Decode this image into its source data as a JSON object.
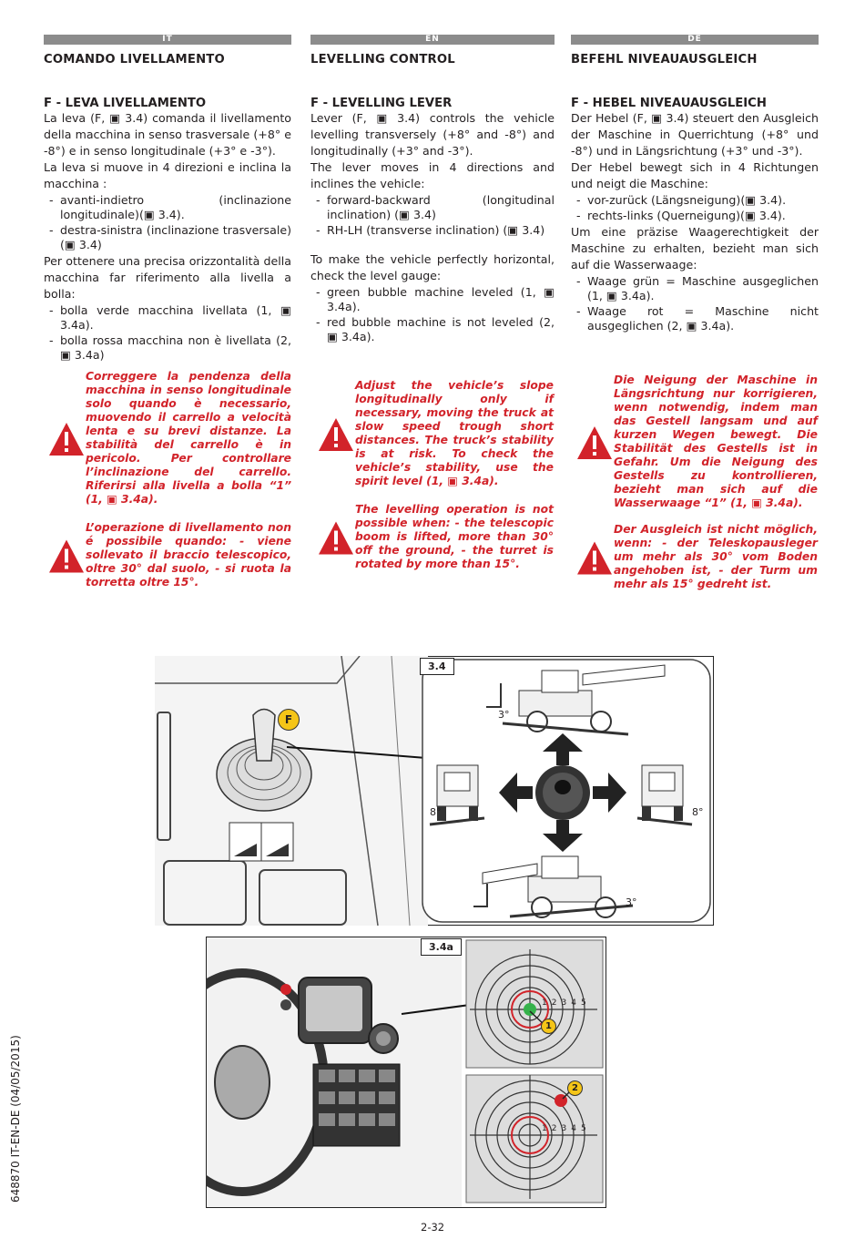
{
  "footer": {
    "code": "648870 IT-EN-DE (04/05/2015)",
    "page": "2-32"
  },
  "columns": {
    "it": {
      "lang": "IT",
      "title": "COMANDO LIVELLAMENTO",
      "subtitle": "F - LEVA LIVELLAMENTO",
      "p1": "La leva (F, ▣ 3.4) comanda il livellamento della macchina in senso trasversale (+8° e -8°) e in senso longitudinale (+3° e -3°).",
      "p2": "La leva si muove in 4 direzioni e inclina la macchina :",
      "list1": [
        "avanti-indietro (inclinazione longitudinale)(▣ 3.4).",
        "destra-sinistra (inclinazione trasversale) (▣ 3.4)"
      ],
      "p3": "Per ottenere una precisa orizzontalità della macchina far riferimento alla livella a bolla:",
      "list2": [
        "bolla verde macchina livellata (1, ▣ 3.4a).",
        "bolla rossa macchina non è livellata (2, ▣ 3.4a)"
      ],
      "warn1": "Correggere la pendenza della macchina in senso longitudinale solo quando è necessario, muovendo il carrello a velocità lenta e su brevi distanze. La stabilità del carrello è in pericolo. Per controllare l’inclinazione del carrello. Riferirsi alla livella a bolla “1” (1, ▣ 3.4a).",
      "warn2": "L’operazione di livellamento non é possibile quando: - viene sollevato il braccio telescopico, oltre 30° dal suolo, - si ruota la torretta oltre 15°."
    },
    "en": {
      "lang": "EN",
      "title": "LEVELLING CONTROL",
      "subtitle": "F - LEVELLING LEVER",
      "p1": "Lever (F, ▣ 3.4) controls the vehicle levelling transversely (+8° and -8°) and longitudinally (+3° and -3°).",
      "p2": "The lever moves in 4 directions and inclines the vehicle:",
      "list1": [
        "forward-backward (longitudinal inclination) (▣ 3.4)",
        "RH-LH (transverse inclination) (▣ 3.4)"
      ],
      "p3": "To make the vehicle perfectly horizontal, check the level gauge:",
      "list2": [
        "green bubble machine leveled (1, ▣ 3.4a).",
        "red bubble machine is not leveled (2, ▣ 3.4a)."
      ],
      "warn1": "Adjust the vehicle’s slope longitudinally only if necessary, moving the truck at slow speed trough short distances. The truck’s stability is at risk. To check the vehicle’s stability, use the spirit level (1, ▣ 3.4a).",
      "warn2": "The levelling operation is not possible when: - the telescopic boom is lifted, more than 30° off the ground, - the turret is rotated by more than 15°."
    },
    "de": {
      "lang": "DE",
      "title": "BEFEHL NIVEAUAUSGLEICH",
      "subtitle": "F - HEBEL NIVEAUAUSGLEICH",
      "p1": "Der Hebel (F, ▣ 3.4) steuert den Ausgleich der Maschine in Querrichtung (+8° und -8°) und in Längsrichtung (+3° und -3°).",
      "p2": "Der Hebel bewegt sich in 4 Richtungen und neigt die Maschine:",
      "list1": [
        "vor-zurück (Längsneigung)(▣ 3.4).",
        "rechts-links (Querneigung)(▣ 3.4)."
      ],
      "p3": "Um eine präzise Waagerechtigkeit der Maschine zu erhalten, bezieht man sich auf die Wasserwaage:",
      "list2": [
        "Waage grün = Maschine ausgeglichen (1, ▣ 3.4a).",
        "Waage rot = Maschine nicht ausgeglichen (2, ▣ 3.4a)."
      ],
      "warn1": "Die Neigung der Maschine in Längsrichtung nur korrigieren, wenn notwendig, indem man das Gestell langsam und auf kurzen Wegen bewegt. Die Stabilität des Gestells ist in Gefahr. Um die Neigung des Gestells zu kontrollieren, bezieht man sich auf die Wasserwaage “1” (1, ▣ 3.4a).",
      "warn2": "Der Ausgleich ist nicht möglich, wenn: - der Teleskopausleger um mehr als 30° vom Boden angehoben ist, - der Turm um mehr als 15° gedreht ist."
    }
  },
  "figures": {
    "fig1": {
      "label": "3.4",
      "callout": "F",
      "angle_long": "3°",
      "angle_trans": "8°"
    },
    "fig2": {
      "label": "3.4a",
      "scale": [
        "1",
        "2",
        "3",
        "4",
        "5"
      ],
      "marker_green": "1",
      "marker_red": "2",
      "colors": {
        "green": "#35b24a",
        "red": "#d2232a"
      }
    }
  }
}
